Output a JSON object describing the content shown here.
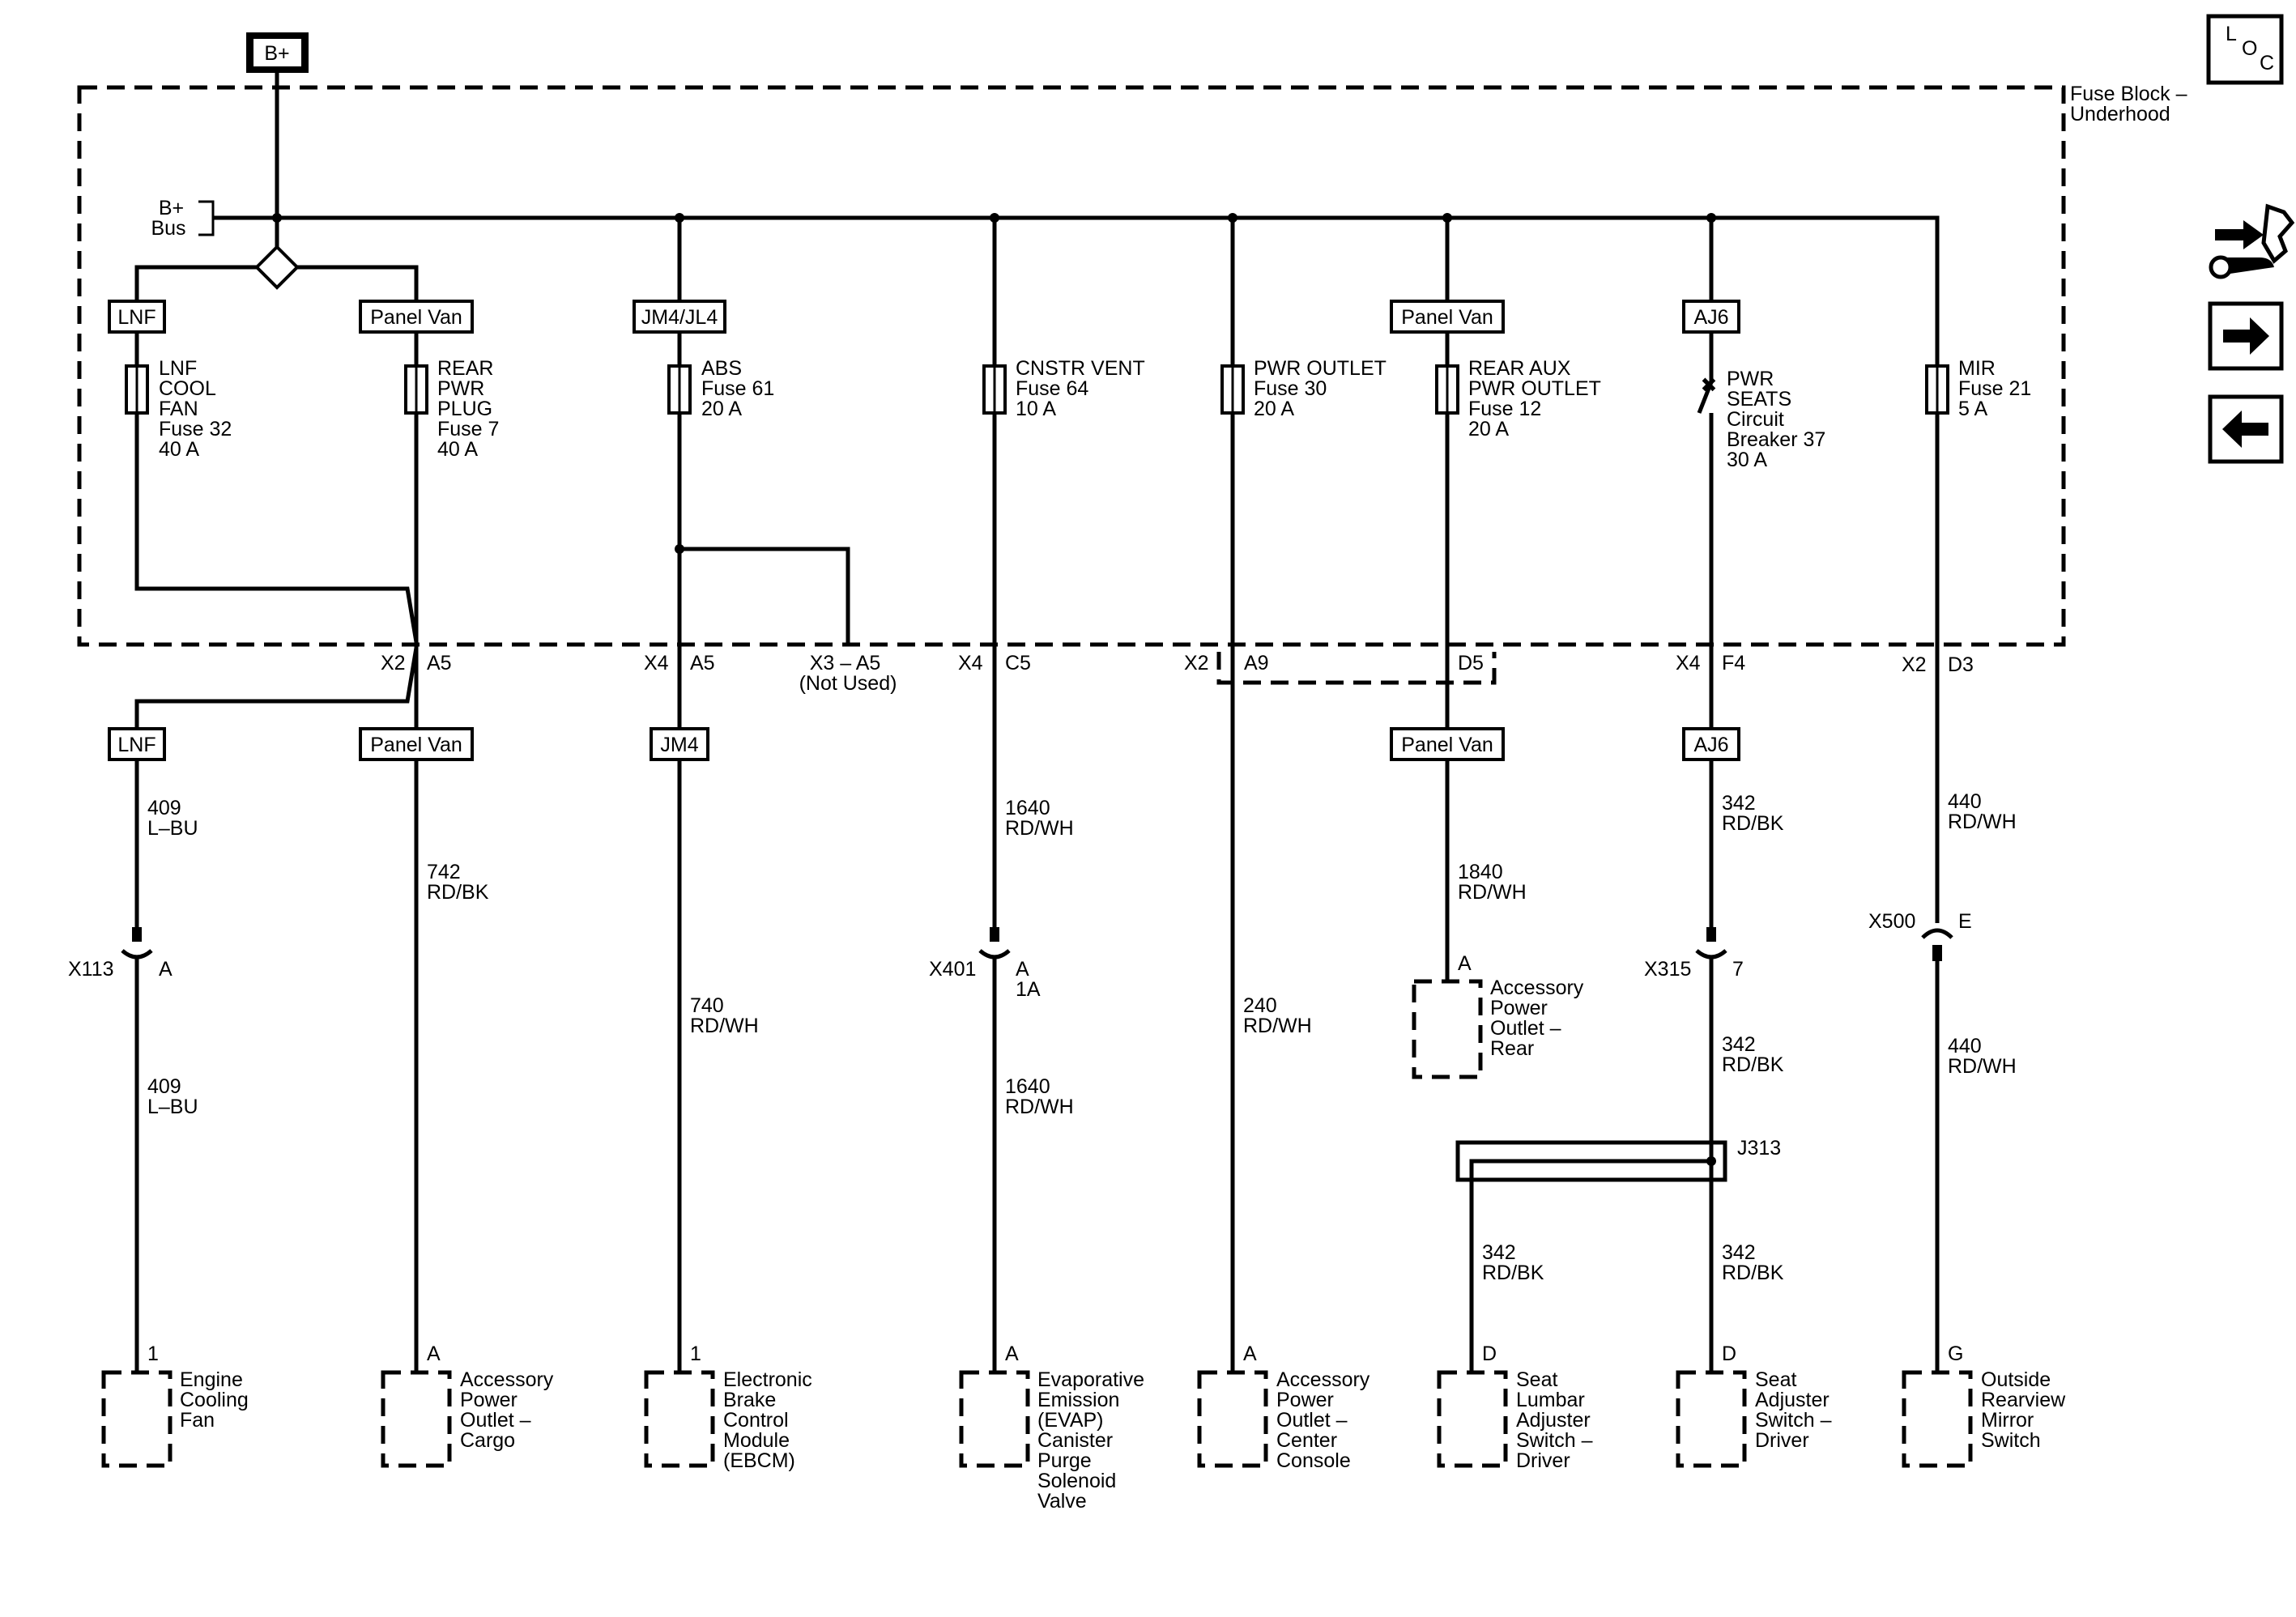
{
  "supply": "B+",
  "fuse_block": [
    "Fuse Block –",
    "Underhood"
  ],
  "bus": [
    "B+",
    "Bus"
  ],
  "loc_icon": {
    "letters": [
      "L",
      "O",
      "C"
    ]
  },
  "nav": {
    "menu_icon": "wiring-tool-icon",
    "next_icon": "right-arrow-icon",
    "prev_icon": "left-arrow-icon"
  },
  "option_tags": {
    "lnf": "LNF",
    "panel_van": "Panel Van",
    "jm4_jl4": "JM4/JL4",
    "jm4": "JM4",
    "aj6": "AJ6"
  },
  "fuses": {
    "lnf": [
      "LNF",
      "COOL",
      "FAN",
      "Fuse 32",
      "40 A"
    ],
    "rear_pwr": [
      "REAR",
      "PWR",
      "PLUG",
      "Fuse 7",
      "40 A"
    ],
    "abs": [
      "ABS",
      "Fuse 61",
      "20 A"
    ],
    "cnstr": [
      "CNSTR VENT",
      "Fuse 64",
      "10 A"
    ],
    "pwr_outlet": [
      "PWR OUTLET",
      "Fuse 30",
      "20 A"
    ],
    "rear_aux": [
      "REAR AUX",
      "PWR OUTLET",
      "Fuse 12",
      "20 A"
    ],
    "pwr_seats": [
      "PWR",
      "SEATS",
      "Circuit",
      "Breaker 37",
      "30 A"
    ],
    "mir": [
      "MIR",
      "Fuse 21",
      "5 A"
    ]
  },
  "pins": {
    "x2": "X2",
    "a5": "A5",
    "x4": "X4",
    "x3": [
      "X3 – A5",
      "(Not Used)"
    ],
    "c5": "C5",
    "a9": "A9",
    "d5": "D5",
    "f4": "F4",
    "d3": "D3"
  },
  "wires": {
    "w409": [
      "409",
      "L–BU"
    ],
    "w742": [
      "742",
      "RD/BK"
    ],
    "w740": [
      "740",
      "RD/WH"
    ],
    "w1640": [
      "1640",
      "RD/WH"
    ],
    "w240": [
      "240",
      "RD/WH"
    ],
    "w1840": [
      "1840",
      "RD/WH"
    ],
    "w342": [
      "342",
      "RD/BK"
    ],
    "w440": [
      "440",
      "RD/WH"
    ]
  },
  "connectors": {
    "x113": {
      "name": "X113",
      "pin": "A"
    },
    "x401": {
      "name": "X401",
      "pin": "A",
      "pin2": "1A"
    },
    "x315": {
      "name": "X315",
      "pin": "7"
    },
    "x500": {
      "name": "X500",
      "pin": "E"
    },
    "j313": "J313"
  },
  "components": {
    "fan": {
      "pin": "1",
      "label": [
        "Engine",
        "Cooling",
        "Fan"
      ]
    },
    "cargo": {
      "pin": "A",
      "label": [
        "Accessory",
        "Power",
        "Outlet –",
        "Cargo"
      ]
    },
    "ebcm": {
      "pin": "1",
      "label": [
        "Electronic",
        "Brake",
        "Control",
        "Module",
        "(EBCM)"
      ]
    },
    "evap": {
      "pin": "A",
      "label": [
        "Evaporative",
        "Emission",
        "(EVAP)",
        "Canister",
        "Purge",
        "Solenoid",
        "Valve"
      ]
    },
    "console": {
      "pin": "A",
      "label": [
        "Accessory",
        "Power",
        "Outlet –",
        "Center",
        "Console"
      ]
    },
    "rear_outlet": {
      "pin": "A",
      "label": [
        "Accessory",
        "Power",
        "Outlet –",
        "Rear"
      ]
    },
    "lumbar": {
      "pin": "D",
      "label": [
        "Seat",
        "Lumbar",
        "Adjuster",
        "Switch –",
        "Driver"
      ]
    },
    "seat_adj": {
      "pin": "D",
      "label": [
        "Seat",
        "Adjuster",
        "Switch –",
        "Driver"
      ]
    },
    "mirror": {
      "pin": "G",
      "label": [
        "Outside",
        "Rearview",
        "Mirror",
        "Switch"
      ]
    }
  }
}
